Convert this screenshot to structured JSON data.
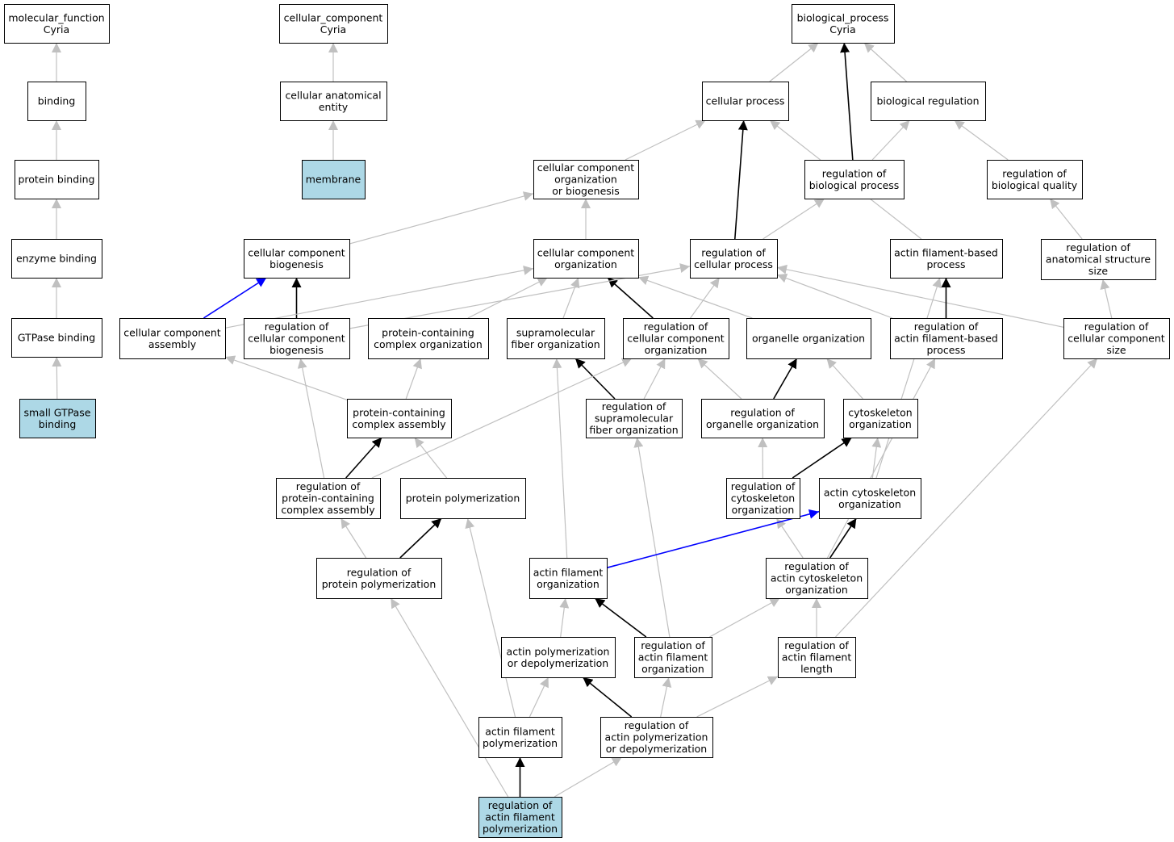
{
  "colors": {
    "node_fill": "#ffffff",
    "highlight_fill": "#add8e6",
    "edge_is_a": "#c0c0c0",
    "edge_regulates": "#000000",
    "edge_part_of": "#0000ff"
  },
  "nodes": [
    {
      "id": "mf",
      "label": [
        "molecular_function",
        "Cyria"
      ],
      "highlight": false
    },
    {
      "id": "binding",
      "label": [
        "binding"
      ],
      "highlight": false
    },
    {
      "id": "protein_binding",
      "label": [
        "protein binding"
      ],
      "highlight": false
    },
    {
      "id": "enzyme_binding",
      "label": [
        "enzyme binding"
      ],
      "highlight": false
    },
    {
      "id": "gtpase_binding",
      "label": [
        "GTPase binding"
      ],
      "highlight": false
    },
    {
      "id": "small_gtpase_binding",
      "label": [
        "small GTPase",
        "binding"
      ],
      "highlight": true
    },
    {
      "id": "cc",
      "label": [
        "cellular_component",
        "Cyria"
      ],
      "highlight": false
    },
    {
      "id": "cae",
      "label": [
        "cellular anatomical",
        "entity"
      ],
      "highlight": false
    },
    {
      "id": "membrane",
      "label": [
        "membrane"
      ],
      "highlight": true
    },
    {
      "id": "bp",
      "label": [
        "biological_process",
        "Cyria"
      ],
      "highlight": false
    },
    {
      "id": "cellular_process",
      "label": [
        "cellular process"
      ],
      "highlight": false
    },
    {
      "id": "biological_regulation",
      "label": [
        "biological regulation"
      ],
      "highlight": false
    },
    {
      "id": "ccob",
      "label": [
        "cellular component",
        "organization",
        "or biogenesis"
      ],
      "highlight": false
    },
    {
      "id": "reg_bp",
      "label": [
        "regulation of",
        "biological process"
      ],
      "highlight": false
    },
    {
      "id": "reg_bq",
      "label": [
        "regulation of",
        "biological quality"
      ],
      "highlight": false
    },
    {
      "id": "ccb",
      "label": [
        "cellular component",
        "biogenesis"
      ],
      "highlight": false
    },
    {
      "id": "cco",
      "label": [
        "cellular component",
        "organization"
      ],
      "highlight": false
    },
    {
      "id": "reg_cp",
      "label": [
        "regulation of",
        "cellular process"
      ],
      "highlight": false
    },
    {
      "id": "afbp",
      "label": [
        "actin filament-based",
        "process"
      ],
      "highlight": false
    },
    {
      "id": "reg_ass",
      "label": [
        "regulation of",
        "anatomical structure",
        "size"
      ],
      "highlight": false
    },
    {
      "id": "cca",
      "label": [
        "cellular component",
        "assembly"
      ],
      "highlight": false
    },
    {
      "id": "reg_ccb",
      "label": [
        "regulation of",
        "cellular component",
        "biogenesis"
      ],
      "highlight": false
    },
    {
      "id": "pcco",
      "label": [
        "protein-containing",
        "complex organization"
      ],
      "highlight": false
    },
    {
      "id": "sfo",
      "label": [
        "supramolecular",
        "fiber organization"
      ],
      "highlight": false
    },
    {
      "id": "reg_cco",
      "label": [
        "regulation of",
        "cellular component",
        "organization"
      ],
      "highlight": false
    },
    {
      "id": "oo",
      "label": [
        "organelle organization"
      ],
      "highlight": false
    },
    {
      "id": "reg_afbp",
      "label": [
        "regulation of",
        "actin filament-based",
        "process"
      ],
      "highlight": false
    },
    {
      "id": "reg_ccs",
      "label": [
        "regulation of",
        "cellular component",
        "size"
      ],
      "highlight": false
    },
    {
      "id": "pcca",
      "label": [
        "protein-containing",
        "complex assembly"
      ],
      "highlight": false
    },
    {
      "id": "reg_sfo",
      "label": [
        "regulation of",
        "supramolecular",
        "fiber organization"
      ],
      "highlight": false
    },
    {
      "id": "reg_oo",
      "label": [
        "regulation of",
        "organelle organization"
      ],
      "highlight": false
    },
    {
      "id": "co",
      "label": [
        "cytoskeleton",
        "organization"
      ],
      "highlight": false
    },
    {
      "id": "reg_pcca",
      "label": [
        "regulation of",
        "protein-containing",
        "complex assembly"
      ],
      "highlight": false
    },
    {
      "id": "pp",
      "label": [
        "protein polymerization"
      ],
      "highlight": false
    },
    {
      "id": "reg_co",
      "label": [
        "regulation of",
        "cytoskeleton",
        "organization"
      ],
      "highlight": false
    },
    {
      "id": "aco",
      "label": [
        "actin cytoskeleton",
        "organization"
      ],
      "highlight": false
    },
    {
      "id": "reg_pp",
      "label": [
        "regulation of",
        "protein polymerization"
      ],
      "highlight": false
    },
    {
      "id": "afo",
      "label": [
        "actin filament",
        "organization"
      ],
      "highlight": false
    },
    {
      "id": "reg_aco",
      "label": [
        "regulation of",
        "actin cytoskeleton",
        "organization"
      ],
      "highlight": false
    },
    {
      "id": "apd",
      "label": [
        "actin polymerization",
        "or depolymerization"
      ],
      "highlight": false
    },
    {
      "id": "reg_afo",
      "label": [
        "regulation of",
        "actin filament",
        "organization"
      ],
      "highlight": false
    },
    {
      "id": "reg_afl",
      "label": [
        "regulation of",
        "actin filament",
        "length"
      ],
      "highlight": false
    },
    {
      "id": "afp",
      "label": [
        "actin filament",
        "polymerization"
      ],
      "highlight": false
    },
    {
      "id": "reg_apd",
      "label": [
        "regulation of",
        "actin polymerization",
        "or depolymerization"
      ],
      "highlight": false
    },
    {
      "id": "reg_afp",
      "label": [
        "regulation of",
        "actin filament",
        "polymerization"
      ],
      "highlight": true
    }
  ],
  "edges": [
    {
      "from": "binding",
      "to": "mf",
      "type": "is_a"
    },
    {
      "from": "protein_binding",
      "to": "binding",
      "type": "is_a"
    },
    {
      "from": "enzyme_binding",
      "to": "protein_binding",
      "type": "is_a"
    },
    {
      "from": "gtpase_binding",
      "to": "enzyme_binding",
      "type": "is_a"
    },
    {
      "from": "small_gtpase_binding",
      "to": "gtpase_binding",
      "type": "is_a"
    },
    {
      "from": "cae",
      "to": "cc",
      "type": "is_a"
    },
    {
      "from": "membrane",
      "to": "cae",
      "type": "is_a"
    },
    {
      "from": "cellular_process",
      "to": "bp",
      "type": "is_a"
    },
    {
      "from": "biological_regulation",
      "to": "bp",
      "type": "is_a"
    },
    {
      "from": "reg_bp",
      "to": "bp",
      "type": "regulates"
    },
    {
      "from": "reg_bp",
      "to": "biological_regulation",
      "type": "is_a"
    },
    {
      "from": "reg_bq",
      "to": "biological_regulation",
      "type": "is_a"
    },
    {
      "from": "ccob",
      "to": "cellular_process",
      "type": "is_a"
    },
    {
      "from": "reg_cp",
      "to": "cellular_process",
      "type": "regulates"
    },
    {
      "from": "afbp",
      "to": "cellular_process",
      "type": "is_a"
    },
    {
      "from": "reg_cp",
      "to": "reg_bp",
      "type": "is_a"
    },
    {
      "from": "ccb",
      "to": "ccob",
      "type": "is_a"
    },
    {
      "from": "cco",
      "to": "ccob",
      "type": "is_a"
    },
    {
      "from": "reg_ass",
      "to": "reg_bq",
      "type": "is_a"
    },
    {
      "from": "cca",
      "to": "ccb",
      "type": "part_of"
    },
    {
      "from": "reg_ccb",
      "to": "ccb",
      "type": "regulates"
    },
    {
      "from": "cca",
      "to": "cco",
      "type": "is_a"
    },
    {
      "from": "pcco",
      "to": "cco",
      "type": "is_a"
    },
    {
      "from": "sfo",
      "to": "cco",
      "type": "is_a"
    },
    {
      "from": "reg_cco",
      "to": "cco",
      "type": "regulates"
    },
    {
      "from": "oo",
      "to": "cco",
      "type": "is_a"
    },
    {
      "from": "reg_ccb",
      "to": "reg_cp",
      "type": "is_a"
    },
    {
      "from": "reg_cco",
      "to": "reg_cp",
      "type": "is_a"
    },
    {
      "from": "reg_afbp",
      "to": "reg_cp",
      "type": "is_a"
    },
    {
      "from": "reg_ccs",
      "to": "reg_cp",
      "type": "is_a"
    },
    {
      "from": "reg_afbp",
      "to": "afbp",
      "type": "regulates"
    },
    {
      "from": "aco",
      "to": "afbp",
      "type": "is_a"
    },
    {
      "from": "reg_ccs",
      "to": "reg_ass",
      "type": "is_a"
    },
    {
      "from": "pcca",
      "to": "cca",
      "type": "is_a"
    },
    {
      "from": "reg_pcca",
      "to": "reg_ccb",
      "type": "is_a"
    },
    {
      "from": "pcca",
      "to": "pcco",
      "type": "is_a"
    },
    {
      "from": "afo",
      "to": "sfo",
      "type": "is_a"
    },
    {
      "from": "reg_sfo",
      "to": "sfo",
      "type": "regulates"
    },
    {
      "from": "reg_pcca",
      "to": "reg_cco",
      "type": "is_a"
    },
    {
      "from": "reg_sfo",
      "to": "reg_cco",
      "type": "is_a"
    },
    {
      "from": "reg_oo",
      "to": "reg_cco",
      "type": "is_a"
    },
    {
      "from": "reg_oo",
      "to": "oo",
      "type": "regulates"
    },
    {
      "from": "co",
      "to": "oo",
      "type": "is_a"
    },
    {
      "from": "reg_aco",
      "to": "reg_afbp",
      "type": "is_a"
    },
    {
      "from": "reg_afl",
      "to": "reg_ccs",
      "type": "is_a"
    },
    {
      "from": "reg_pcca",
      "to": "pcca",
      "type": "regulates"
    },
    {
      "from": "pp",
      "to": "pcca",
      "type": "is_a"
    },
    {
      "from": "reg_afo",
      "to": "reg_sfo",
      "type": "is_a"
    },
    {
      "from": "reg_co",
      "to": "reg_oo",
      "type": "is_a"
    },
    {
      "from": "reg_co",
      "to": "co",
      "type": "regulates"
    },
    {
      "from": "aco",
      "to": "co",
      "type": "is_a"
    },
    {
      "from": "reg_pp",
      "to": "reg_pcca",
      "type": "is_a"
    },
    {
      "from": "reg_pp",
      "to": "pp",
      "type": "regulates"
    },
    {
      "from": "afp",
      "to": "pp",
      "type": "is_a"
    },
    {
      "from": "reg_aco",
      "to": "reg_co",
      "type": "is_a"
    },
    {
      "from": "afo",
      "to": "aco",
      "type": "part_of"
    },
    {
      "from": "reg_aco",
      "to": "aco",
      "type": "regulates"
    },
    {
      "from": "reg_afp",
      "to": "reg_pp",
      "type": "is_a"
    },
    {
      "from": "apd",
      "to": "afo",
      "type": "is_a"
    },
    {
      "from": "reg_afo",
      "to": "afo",
      "type": "regulates"
    },
    {
      "from": "reg_afo",
      "to": "reg_aco",
      "type": "is_a"
    },
    {
      "from": "reg_afl",
      "to": "reg_aco",
      "type": "is_a"
    },
    {
      "from": "afp",
      "to": "apd",
      "type": "is_a"
    },
    {
      "from": "reg_apd",
      "to": "apd",
      "type": "regulates"
    },
    {
      "from": "reg_apd",
      "to": "reg_afo",
      "type": "is_a"
    },
    {
      "from": "reg_apd",
      "to": "reg_afl",
      "type": "is_a"
    },
    {
      "from": "reg_afp",
      "to": "afp",
      "type": "regulates"
    },
    {
      "from": "reg_afp",
      "to": "reg_apd",
      "type": "is_a"
    }
  ]
}
